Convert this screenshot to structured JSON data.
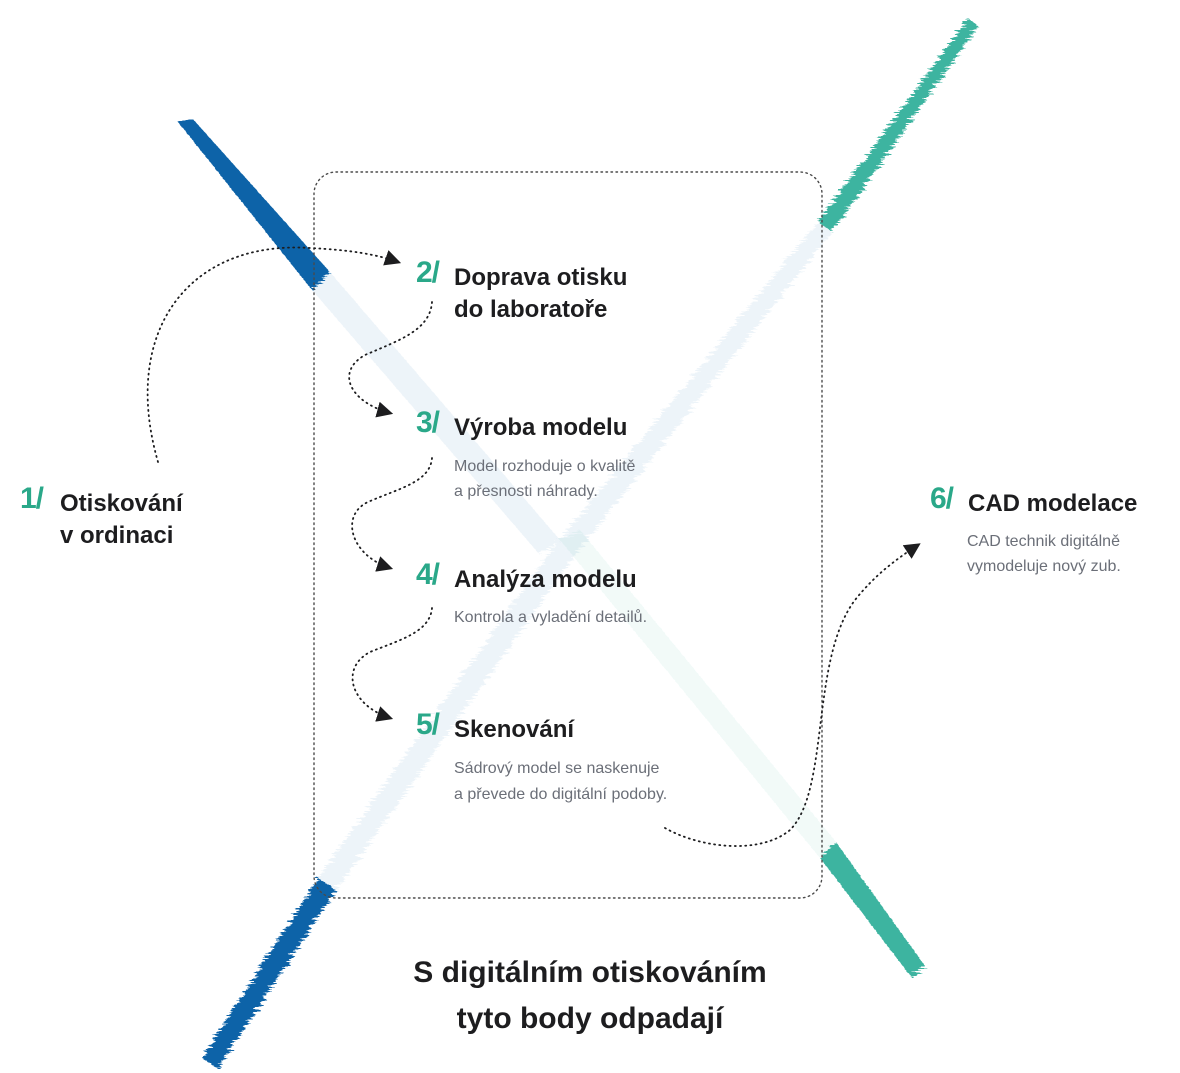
{
  "colors": {
    "accent_green": "#2aa889",
    "stroke_blue": "#0e64a8",
    "stroke_teal": "#3cb4a0",
    "text_dark": "#1d1d1f",
    "text_muted": "#6b6f78"
  },
  "steps": [
    {
      "number": "1/",
      "title_lines": [
        "Otiskování",
        "v ordinaci"
      ],
      "description_lines": []
    },
    {
      "number": "2/",
      "title_lines": [
        "Doprava otisku",
        "do laboratoře"
      ],
      "description_lines": []
    },
    {
      "number": "3/",
      "title_lines": [
        "Výroba modelu"
      ],
      "description_lines": [
        "Model rozhoduje o kvalitě",
        "a přesnosti náhrady."
      ]
    },
    {
      "number": "4/",
      "title_lines": [
        "Analýza modelu"
      ],
      "description_lines": [
        "Kontrola a vyladění detailů."
      ]
    },
    {
      "number": "5/",
      "title_lines": [
        "Skenování"
      ],
      "description_lines": [
        "Sádrový model se naskenuje",
        "a převede do digitální podoby."
      ]
    },
    {
      "number": "6/",
      "title_lines": [
        "CAD modelace"
      ],
      "description_lines": [
        "CAD technik digitálně",
        "vymodeluje nový zub."
      ]
    }
  ],
  "footer": {
    "lines": [
      "S digitálním otiskováním",
      "tyto body odpadají"
    ]
  }
}
